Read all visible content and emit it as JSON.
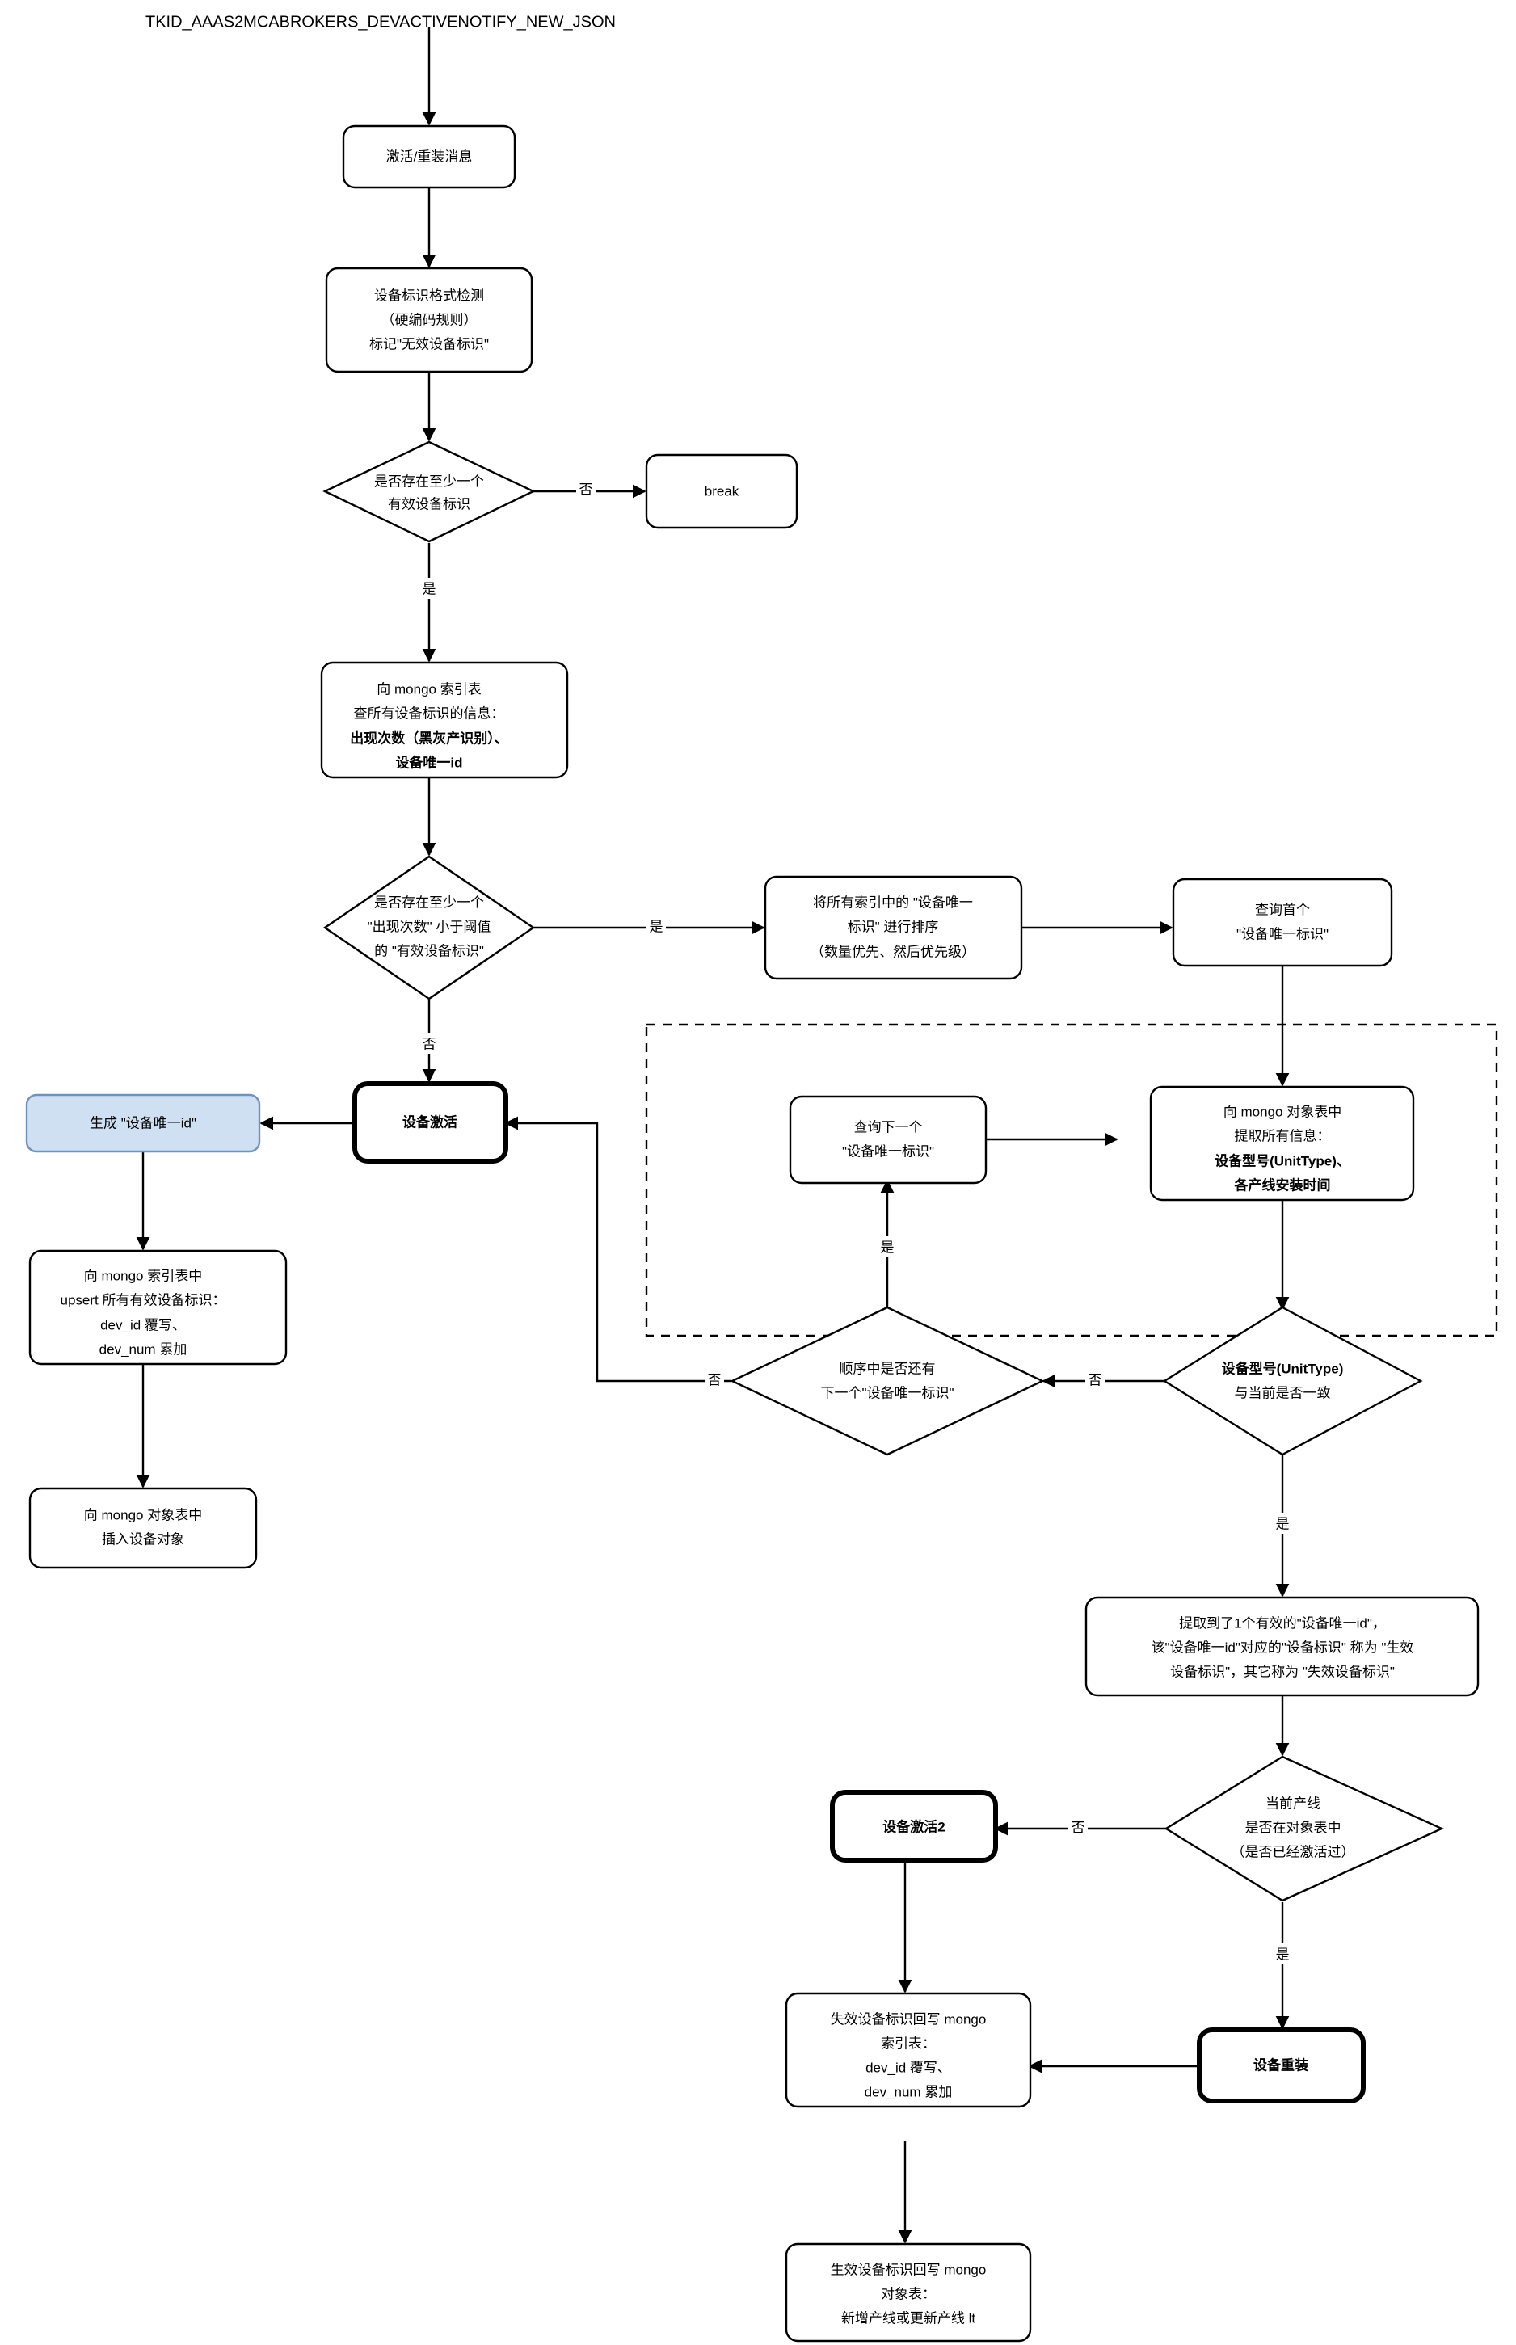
{
  "diagram": {
    "title": "TKID_AAAS2MCABROKERS_DEVACTIVENOTIFY_NEW_JSON",
    "colors": {
      "stroke": "#000000",
      "fill": "#ffffff",
      "highlight_fill": "#cfe0f3",
      "highlight_stroke": "#7092be",
      "text": "#000000"
    },
    "nodes": {
      "start": {
        "line1": "激活/重装消息"
      },
      "format_check": {
        "line1": "设备标识格式检测",
        "line2": "（硬编码规则）",
        "line3": "标记\"无效设备标识\""
      },
      "d_has_valid": {
        "line1": "是否存在至少一个",
        "line2": "有效设备标识"
      },
      "break": {
        "line1": "break"
      },
      "query_index": {
        "line1": "向 mongo 索引表",
        "line2": "查所有设备标识的信息：",
        "line3": "出现次数（黑灰产识别）、",
        "line4": "设备唯一id"
      },
      "d_count_lt_threshold": {
        "line1": "是否存在至少一个",
        "line2": "\"出现次数\" 小于阈值",
        "line3": "的 \"有效设备标识\""
      },
      "sort_uids": {
        "line1": "将所有索引中的 \"设备唯一",
        "line2": "标识\" 进行排序",
        "line3": "（数量优先、然后优先级）"
      },
      "query_first_uid": {
        "line1": "查询首个",
        "line2": "\"设备唯一标识\""
      },
      "query_next_uid": {
        "line1": "查询下一个",
        "line2": "\"设备唯一标识\""
      },
      "extract_obj_info": {
        "line1": "向 mongo 对象表中",
        "line2": "提取所有信息：",
        "line3": "设备型号(UnitType)、",
        "line4": "各产线安装时间"
      },
      "d_more_uid": {
        "line1": "顺序中是否还有",
        "line2": "下一个\"设备唯一标识\""
      },
      "d_unittype_match": {
        "line1": "设备型号(UnitType)",
        "line2": "与当前是否一致"
      },
      "device_activate": {
        "line1": "设备激活"
      },
      "gen_uid": {
        "line1": "生成 \"设备唯一id\""
      },
      "upsert_index": {
        "line1": "向 mongo 索引表中",
        "line2": "upsert 所有有效设备标识：",
        "line3": "dev_id 覆写、",
        "line4": "dev_num 累加"
      },
      "insert_object": {
        "line1": "向 mongo 对象表中",
        "line2": "插入设备对象"
      },
      "extracted_result": {
        "line1": "提取到了1个有效的\"设备唯一id\"，",
        "line2": "该\"设备唯一id\"对应的\"设备标识\" 称为 \"生效",
        "line3": "设备标识\"，其它称为 \"失效设备标识\""
      },
      "d_line_in_object": {
        "line1": "当前产线",
        "line2": "是否在对象表中",
        "line3": "（是否已经激活过）"
      },
      "device_activate2": {
        "line1": "设备激活2"
      },
      "device_reinstall": {
        "line1": "设备重装"
      },
      "writeback_invalid": {
        "line1": "失效设备标识回写 mongo",
        "line2": "索引表：",
        "line3": "dev_id 覆写、",
        "line4": "dev_num 累加"
      },
      "writeback_valid": {
        "line1": "生效设备标识回写 mongo",
        "line2": "对象表：",
        "line3": "新增产线或更新产线 lt"
      }
    },
    "edge_labels": {
      "no_break": "否",
      "yes_query_index": "是",
      "yes_sort": "是",
      "no_activate": "否",
      "yes_next_uid": "是",
      "no_more_uid": "否",
      "no_unittype": "否",
      "yes_unittype": "是",
      "no_activate2": "否",
      "yes_reinstall": "是"
    }
  }
}
